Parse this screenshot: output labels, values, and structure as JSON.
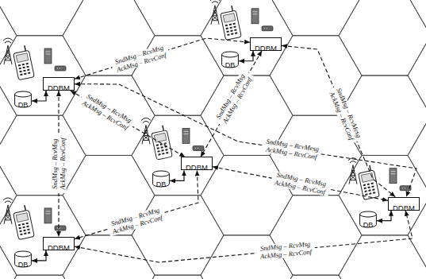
{
  "diagram": {
    "nodes": [
      {
        "text": [
          "DDBM"
        ]
      },
      {
        "text": [
          "DB"
        ]
      },
      {
        "text": [
          "DDBM"
        ]
      },
      {
        "text": [
          "DB"
        ]
      },
      {
        "text": [
          "DDBM"
        ]
      },
      {
        "text": [
          "DB"
        ]
      },
      {
        "text": [
          "DDBM"
        ]
      },
      {
        "text": [
          "DB"
        ]
      },
      {
        "text": [
          "DDBM"
        ]
      },
      {
        "text": [
          "DB"
        ]
      }
    ],
    "edges": [
      {
        "from": 0,
        "to": 1,
        "arrow": "both"
      },
      {
        "from": 2,
        "to": 3,
        "arrow": "both"
      },
      {
        "from": 4,
        "to": 5,
        "arrow": "both"
      },
      {
        "from": 6,
        "to": 7,
        "arrow": "both"
      },
      {
        "from": 8,
        "to": 9,
        "arrow": "both"
      },
      {
        "from": 0,
        "to": 2,
        "arrow": "both",
        "label": "SndMsg – RcvMsg AckMsg – RcvConf"
      },
      {
        "from": 0,
        "to": 4,
        "arrow": "both",
        "label": "SndMsg – RcvMsg AckMsg – RcvConf"
      },
      {
        "from": 0,
        "to": 6,
        "arrow": "both",
        "label": "SndMsg – RcvMsg AckMsg – RcvConf"
      },
      {
        "from": 2,
        "to": 4,
        "arrow": "both",
        "label": "SndMsg – RcvMsg AckMsg – RcvConf"
      },
      {
        "from": 2,
        "to": 8,
        "arrow": "both",
        "label": "SndMsg – RcvMesg AckMsg – RcvConf"
      },
      {
        "from": 4,
        "to": 6,
        "arrow": "both",
        "label": "SndMsg – RcvMsg AckMsg – RcvConf"
      },
      {
        "from": 4,
        "to": 8,
        "arrow": "both",
        "label": "SndMsg – RcvMsg AckMsg – RcvConf"
      },
      {
        "from": 0,
        "to": 8,
        "arrow": "both",
        "label": "SndMsg – RcvMesg AckMsg – RcvConf"
      },
      {
        "from": 6,
        "to": 8,
        "arrow": "both",
        "label": "SndMsg – RcvMsg AckMsg – RcvConf"
      }
    ]
  }
}
